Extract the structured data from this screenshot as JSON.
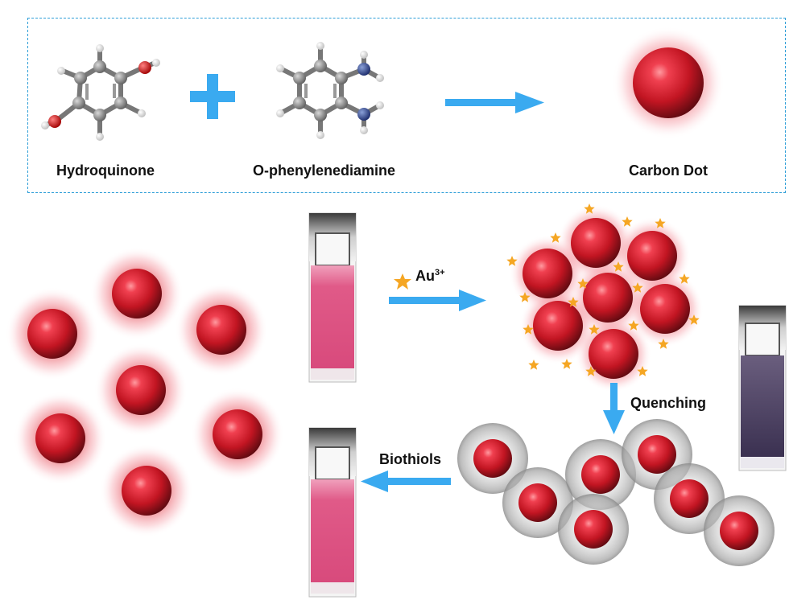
{
  "reactants": {
    "hydroquinone": "Hydroquinone",
    "ophenylenediamine": "O-phenylenediamine",
    "product": "Carbon Dot"
  },
  "steps": {
    "au_label": "Au",
    "au_superscript": "3+",
    "quenching": "Quenching",
    "biothiols": "Biothiols"
  },
  "colors": {
    "arrow": "#3aaaf0",
    "dot": "#d41f2c",
    "star": "#f5a623",
    "shell": "#9a9a9a",
    "box_border": "#2f9fd8"
  }
}
